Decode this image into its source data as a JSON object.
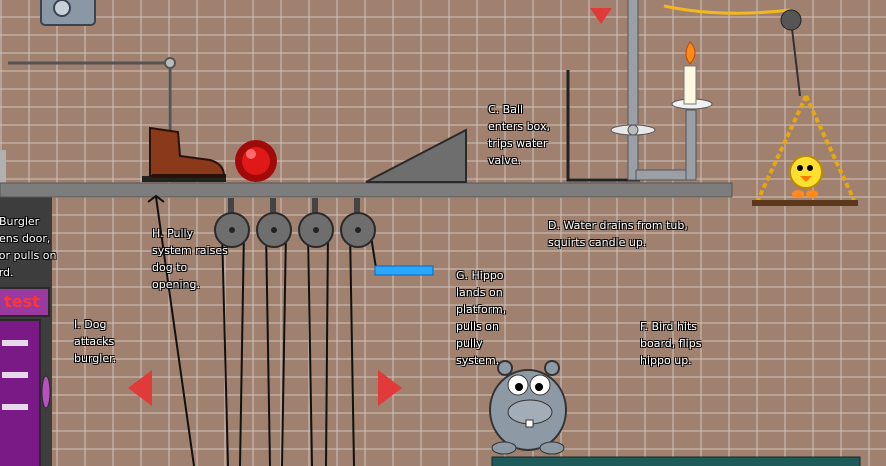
{
  "game": {
    "captions": {
      "c": "C. Ball enters box, trips water valve.",
      "d": "D. Water drains from tub, squirts candle up.",
      "e": ". Burgler pens door, oor pulls on ord.",
      "f": "F. Bird hits board, flips hippo up.",
      "g": "G. Hippo lands on platform, pulls on pully system.",
      "h": "H. Pully system raises dog to opening.",
      "i": "I. Dog attacks burgler."
    },
    "test_button": "test"
  },
  "colors": {
    "brick": "#a0806e",
    "mortar": "#cdbeb4",
    "shelf": "#7d7d7d",
    "ball": "#d01818",
    "arrow": "#e03a3a",
    "water": "#2aa8ff",
    "door": "#7a1a86",
    "test_button_bg": "#9a3aa0",
    "test_button_text": "#ff3434"
  }
}
